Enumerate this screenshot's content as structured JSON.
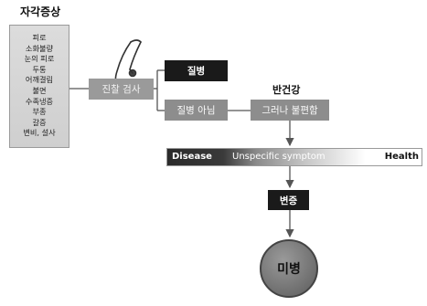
{
  "subjective_symptoms": {
    "title": "자각증상",
    "items": [
      "피로",
      "소화불량",
      "눈의 피로",
      "두통",
      "어깨결림",
      "불면",
      "수족냉증",
      "부종",
      "갈증",
      "변비, 설사"
    ]
  },
  "stethoscope_icon": "stethoscope-icon",
  "examination": "진찰 검사",
  "disease_label": "질병",
  "not_disease_label": "질병 아님",
  "half_health_label": "반건강",
  "but_uncomfortable_label": "그러나 불편함",
  "spectrum": {
    "left": "Disease",
    "middle": "Unspecific symptom",
    "right": "Health"
  },
  "progression_label": "변증",
  "pre_disease_label": "미병"
}
